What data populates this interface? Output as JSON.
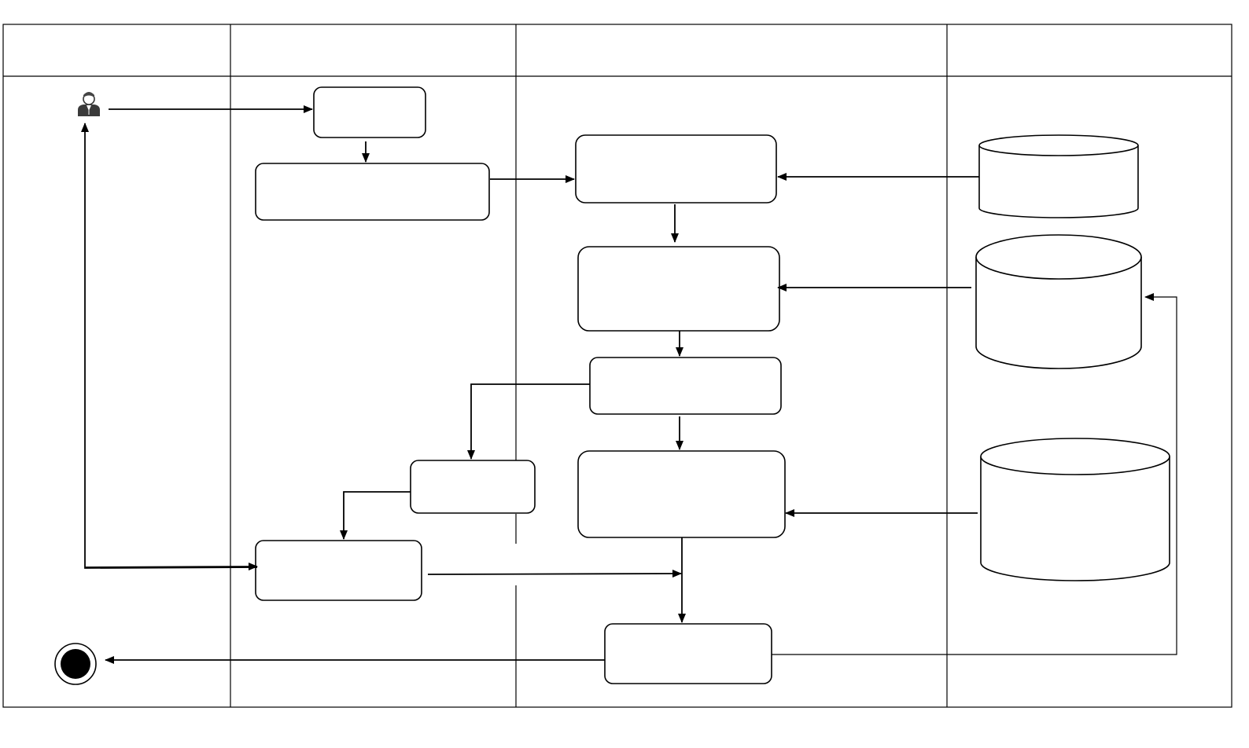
{
  "diagram": {
    "type": "swimlane-activity-diagram",
    "lanes": [
      {
        "id": "lane-1",
        "label": ""
      },
      {
        "id": "lane-2",
        "label": ""
      },
      {
        "id": "lane-3",
        "label": ""
      },
      {
        "id": "lane-4",
        "label": ""
      }
    ],
    "nodes": [
      {
        "id": "actor",
        "kind": "actor-icon",
        "label": ""
      },
      {
        "id": "box-login",
        "kind": "activity",
        "label": ""
      },
      {
        "id": "box-request",
        "kind": "activity",
        "label": ""
      },
      {
        "id": "box-process-1",
        "kind": "activity",
        "label": ""
      },
      {
        "id": "box-process-2",
        "kind": "activity",
        "label": ""
      },
      {
        "id": "box-process-3",
        "kind": "activity",
        "label": ""
      },
      {
        "id": "box-small-mid",
        "kind": "activity",
        "label": ""
      },
      {
        "id": "box-process-4",
        "kind": "activity",
        "label": ""
      },
      {
        "id": "box-result",
        "kind": "activity",
        "label": ""
      },
      {
        "id": "box-final",
        "kind": "activity",
        "label": ""
      },
      {
        "id": "db-1",
        "kind": "database",
        "label": ""
      },
      {
        "id": "db-2",
        "kind": "database",
        "label": ""
      },
      {
        "id": "db-3",
        "kind": "database",
        "label": ""
      },
      {
        "id": "end",
        "kind": "final-node",
        "label": ""
      }
    ]
  }
}
